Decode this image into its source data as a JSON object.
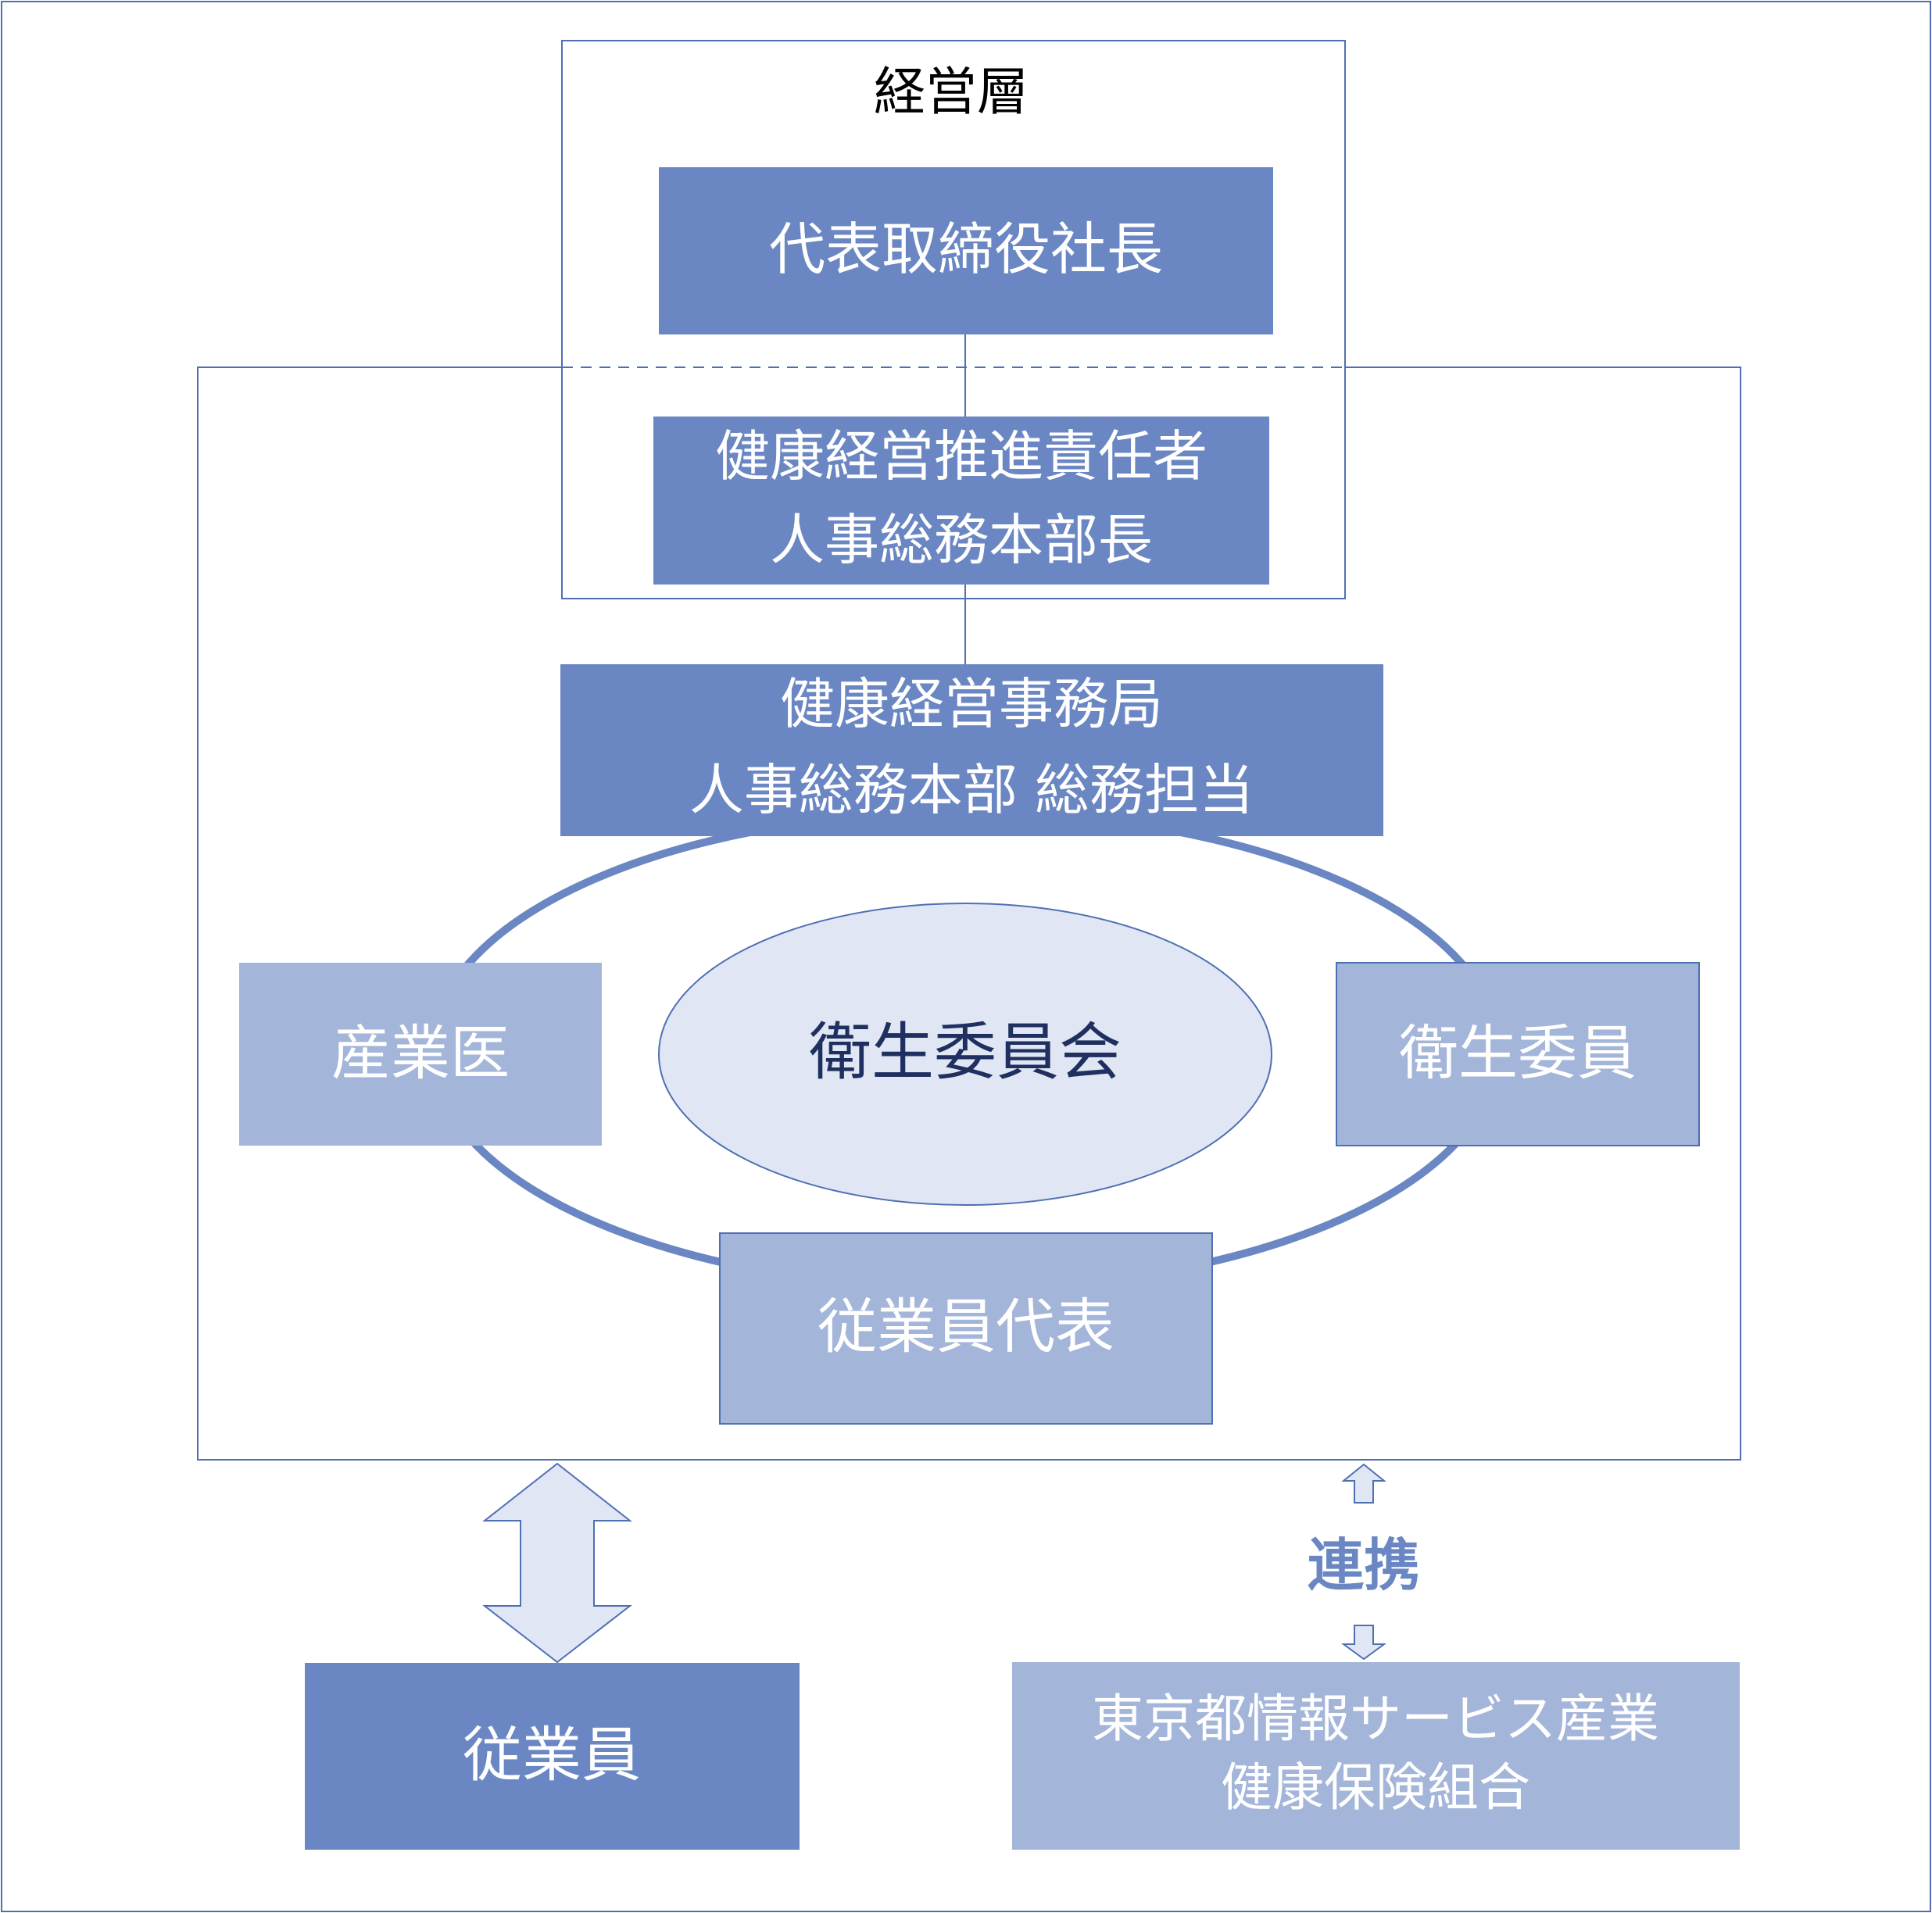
{
  "management": {
    "label": "経営層",
    "ceo": "代表取締役社長"
  },
  "promoter": {
    "line1": "健康経営推進責任者",
    "line2": "人事総務本部長"
  },
  "secretariat": {
    "line1": "健康経営事務局",
    "line2": "人事総務本部 総務担当"
  },
  "committee": {
    "center": "衛生委員会",
    "industrial_doctor": "産業医",
    "health_officer": "衛生委員",
    "employee_rep": "従業員代表"
  },
  "employees": {
    "label": "従業員"
  },
  "partner": {
    "link_label": "連携",
    "line1": "東京都情報サービス産業",
    "line2": "健康保険組合"
  },
  "colors": {
    "dark_box": "#6a87c3",
    "light_box": "#a4b5da",
    "ellipse_fill": "#e0e6f3",
    "outline": "#4f6fb3",
    "committee_text": "#1f3060",
    "link_text": "#6a87c3"
  }
}
